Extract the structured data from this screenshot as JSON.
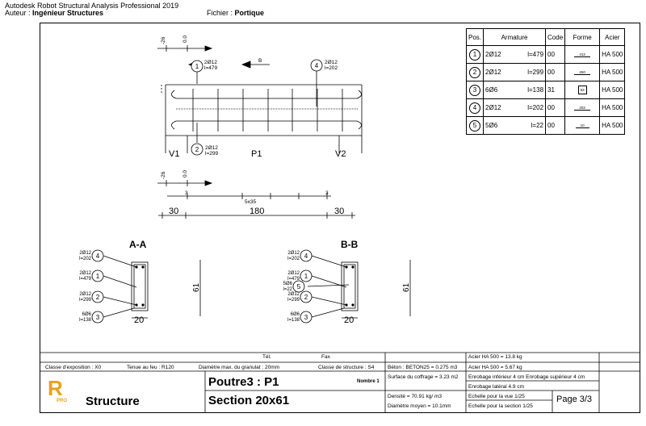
{
  "header": {
    "line1": "Autodesk Robot Structural Analysis Professional 2019",
    "author_label": "Auteur :",
    "author_value": "Ingénieur Structures",
    "file_label": "Fichier :",
    "file_value": "Portique"
  },
  "drawing": {
    "dim_m26": "-26",
    "dim_00": "0.0",
    "bar1_label": "2Ø12",
    "bar1_len": "l=479",
    "bar4_label": "2Ø12",
    "bar4_len": "l=202",
    "bar2_label": "2Ø12",
    "bar2_len": "l=299",
    "section_marker": "B",
    "support_left": "V1",
    "support_right": "V2",
    "span_label": "P1",
    "stirrup_count": "5x35",
    "tick_3": "3",
    "dim_left": "30",
    "dim_mid": "180",
    "dim_right": "30",
    "pos1": "1",
    "pos2": "2",
    "pos3": "3",
    "pos4": "4",
    "pos5": "5"
  },
  "sections": {
    "aa_title": "A-A",
    "bb_title": "B-B",
    "width": "20",
    "height": "61",
    "a_labels": [
      {
        "pos": "4",
        "bar": "2Ø12",
        "len": "l=202"
      },
      {
        "pos": "1",
        "bar": "2Ø12",
        "len": "l=479"
      },
      {
        "pos": "2",
        "bar": "2Ø12",
        "len": "l=299"
      },
      {
        "pos": "3",
        "bar": "6Ø6",
        "len": "l=138"
      }
    ],
    "b_labels": [
      {
        "pos": "4",
        "bar": "2Ø12",
        "len": "l=202"
      },
      {
        "pos": "1",
        "bar": "2Ø12",
        "len": "l=479"
      },
      {
        "pos": "5",
        "bar": "5Ø6",
        "len": "l=22"
      },
      {
        "pos": "2",
        "bar": "2Ø12",
        "len": "l=299"
      },
      {
        "pos": "3",
        "bar": "6Ø6",
        "len": "l=138"
      }
    ]
  },
  "table": {
    "headers": [
      "Pos.",
      "Armature",
      "Code",
      "Forme",
      "Acier"
    ],
    "rows": [
      {
        "pos": "1",
        "bar": "2Ø12",
        "len": "l=479",
        "code": "00",
        "shape": "412",
        "steel": "HA 500"
      },
      {
        "pos": "2",
        "bar": "2Ø12",
        "len": "l=299",
        "code": "00",
        "shape": "250",
        "steel": "HA 500"
      },
      {
        "pos": "3",
        "bar": "6Ø6",
        "len": "l=138",
        "code": "31",
        "shape": "53",
        "steel": "HA 500"
      },
      {
        "pos": "4",
        "bar": "2Ø12",
        "len": "l=202",
        "code": "00",
        "shape": "202",
        "steel": "HA 500"
      },
      {
        "pos": "5",
        "bar": "5Ø6",
        "len": "l=22",
        "code": "00",
        "shape": "10",
        "steel": "HA 500"
      }
    ]
  },
  "titleblock": {
    "tel": "Tél.",
    "fax": "Fax",
    "exposure": "Classe d'exposition : X0",
    "fire": "Tenue au feu : R120",
    "aggregate": "Diamètre max. du granulat : 20mm",
    "structure_class": "Classe de structure : S4",
    "concrete": "Béton : BETON25 = 0.275 m3",
    "formwork": "Surface du coffrage = 3.23 m2",
    "density": "Densité = 70.91 kg/ m3",
    "mean_diameter": "Diamètre moyen = 10.1mm",
    "steel_ha500_1": "Acier HA 500 = 13.8 kg",
    "steel_ha500_2": "Acier HA 500 = 5.67 kg",
    "cover_lower_upper": "Enrobage inférieur 4 cm Enrobage supérieur 4 cm",
    "cover_side": "Enrobage latéral 4.9 cm",
    "scale_view": "Echelle pour la vue 1/25",
    "scale_section": "Echelle pour la section 1/25",
    "page": "Page 3/3",
    "element": "Poutre3 : P1",
    "count": "Nombre 1",
    "section": "Section 20x61",
    "module": "Structure",
    "logo_letter": "R",
    "logo_sub": "PRO"
  },
  "colors": {
    "logo": "#e8a21b",
    "ink": "#000000"
  }
}
